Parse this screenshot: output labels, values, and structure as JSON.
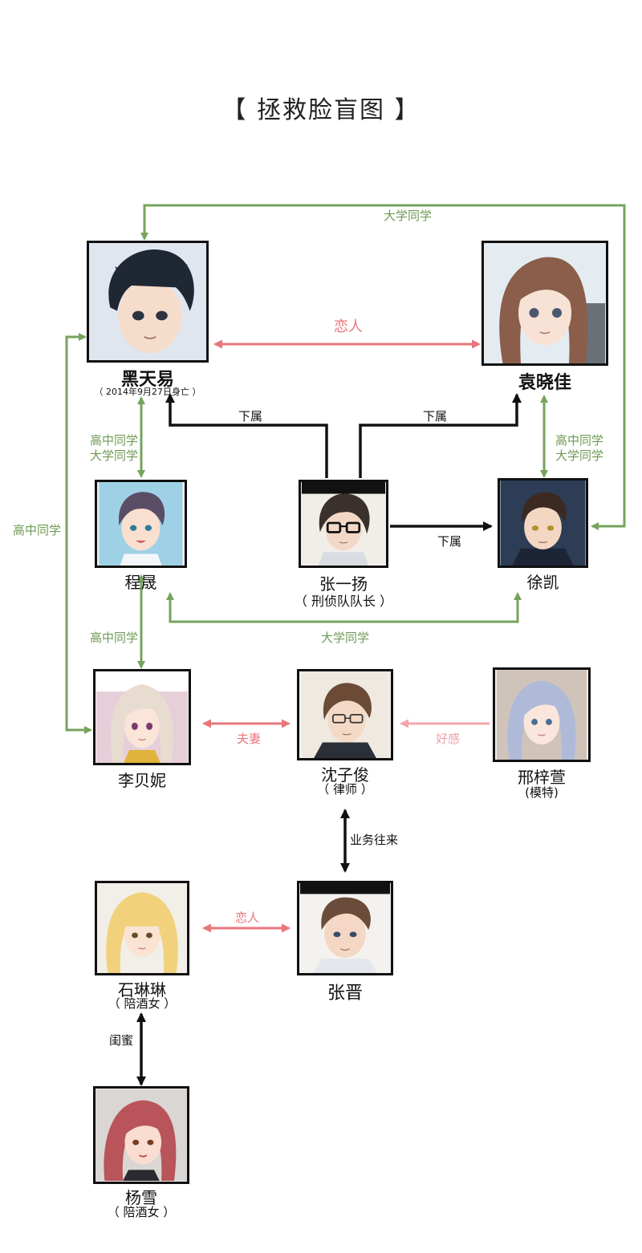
{
  "title": "【 拯救脸盲图 】",
  "colors": {
    "green": "#76a35d",
    "red": "#e8767b",
    "pink": "#f2a7ab",
    "black": "#111111"
  },
  "characters": {
    "hei_tianyi": {
      "name": "黑天易",
      "note": "（ 2014年9月27日身亡 ）"
    },
    "yuan_xiaojia": {
      "name": "袁晓佳"
    },
    "cheng_sheng": {
      "name": "程晟"
    },
    "zhang_yiyang": {
      "name": "张一扬",
      "note": "（ 刑侦队队长 ）"
    },
    "xu_kai": {
      "name": "徐凯"
    },
    "li_beini": {
      "name": "李贝妮"
    },
    "shen_zijun": {
      "name": "沈子俊",
      "note": "（ 律师 ）"
    },
    "xing_zixuan": {
      "name": "邢梓萱",
      "note": "(模特)"
    },
    "shi_linlin": {
      "name": "石琳琳",
      "note": "（ 陪酒女 ）"
    },
    "zhang_jin": {
      "name": "张晋"
    },
    "yang_xue": {
      "name": "杨雪",
      "note": "（ 陪酒女 ）"
    }
  },
  "relations": {
    "college_top": "大学同学",
    "lovers_main": "恋人",
    "subordinate_left": "下属",
    "subordinate_right": "下属",
    "subordinate_xu": "下属",
    "hei_cheng": [
      "高中同学",
      "大学同学"
    ],
    "yuan_xu": [
      "高中同学",
      "大学同学"
    ],
    "hei_li": "高中同学",
    "cheng_li": "高中同学",
    "cheng_xu": "大学同学",
    "couple": "夫妻",
    "crush": "好感",
    "business": "业务往来",
    "lovers_bottom": "恋人",
    "besties": "闺蜜"
  }
}
